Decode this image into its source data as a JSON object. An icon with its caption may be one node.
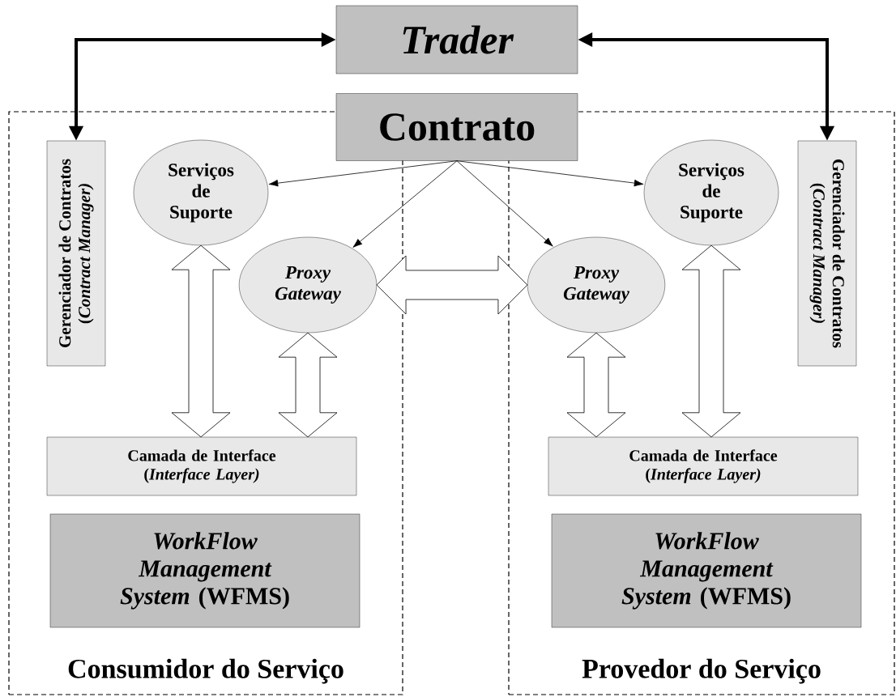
{
  "diagram": {
    "nodes": [
      {
        "text": [
          "Trader"
        ]
      },
      {
        "text": [
          "Contrato"
        ]
      },
      {
        "text": [
          "Consumidor do Serviço"
        ]
      },
      {
        "text": [
          "Gerenciador de Contratos (*Contract Manager)*"
        ],
        "in": 2
      },
      {
        "text": [
          "Serviços de Suporte"
        ],
        "in": 2
      },
      {
        "text": [
          "Proxy Gateway"
        ],
        "in": 2
      },
      {
        "text": [
          "Camada de Interface (*Interface Layer)*"
        ],
        "in": 2
      },
      {
        "text": [
          "*WorkFlow Management System* (WFMS)"
        ],
        "in": 2
      },
      {
        "text": [
          "Provedor do Serviço"
        ]
      },
      {
        "text": [
          "Serviços de Suporte"
        ],
        "in": 8
      },
      {
        "text": [
          "Proxy Gateway"
        ],
        "in": 8
      },
      {
        "text": [
          "Gerenciador de Contratos (*Contract Manager)*"
        ],
        "in": 8
      },
      {
        "text": [
          "Camada de Interface (*Interface Layer)*"
        ],
        "in": 8
      },
      {
        "text": [
          "*WorkFlow Management System* (WFMS)"
        ],
        "in": 8
      }
    ],
    "edges": [
      {
        "from": 3,
        "to": 0,
        "arrow": "both",
        "style": "thick"
      },
      {
        "from": 11,
        "to": 0,
        "arrow": "both",
        "style": "thick"
      },
      {
        "from": 1,
        "to": 4,
        "arrow": "to"
      },
      {
        "from": 1,
        "to": 5,
        "arrow": "to"
      },
      {
        "from": 1,
        "to": 10,
        "arrow": "to"
      },
      {
        "from": 1,
        "to": 9,
        "arrow": "to"
      },
      {
        "from": 4,
        "to": 6,
        "arrow": "both"
      },
      {
        "from": 5,
        "to": 6,
        "arrow": "both"
      },
      {
        "from": 5,
        "to": 10,
        "arrow": "both"
      },
      {
        "from": 10,
        "to": 12,
        "arrow": "both"
      },
      {
        "from": 9,
        "to": 12,
        "arrow": "both"
      }
    ]
  }
}
